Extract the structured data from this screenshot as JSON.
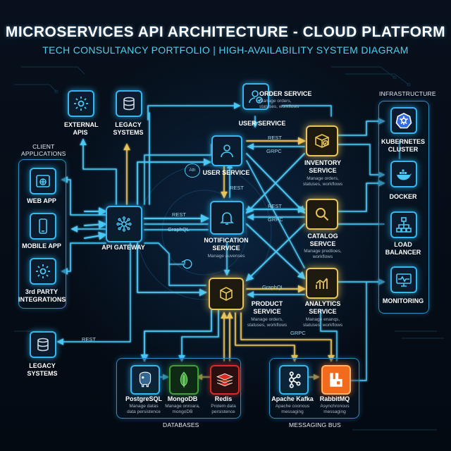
{
  "header": {
    "title": "MICROSERVICES API ARCHITECTURE - CLOUD PLATFORM",
    "subtitle": "TECH CONSULTANCY PORTFOLIO | HIGH-AVAILABILITY SYSTEM DIAGRAM"
  },
  "groups": {
    "client_applications": "CLIENT\nAPPLICATIONS",
    "infrastructure": "INFRASTRUCTURE",
    "databases": "DATABASES",
    "messaging_bus": "MESSAGING BUS"
  },
  "nodes": {
    "external_apis": "EXTERNAL\nAPIS",
    "legacy_systems_top": "LEGACY\nSYSTEMS",
    "web_app": "WEB APP",
    "mobile_app": "MOBILE APP",
    "third_party": "3rd PARTY\nINTEGRATIONS",
    "api_gateway": "API GATEWAY",
    "legacy_systems_bottom": "LEGACY\nSYSTEMS",
    "order_service": "ORDER SERVICE",
    "order_service_desc": "Manage orders,\nstatuses, workflows",
    "user_service_top": "USER SERVICE",
    "user_service": "USER SERVICE",
    "notification_service": "NOTIFICATION\nSERVICE",
    "notification_service_desc": "Manage auvenses",
    "product_service": "PRODUCT\nSERVICE",
    "product_service_desc": "Manage orders,\nstatuses, workflows",
    "inventory_service": "INVENTORY\nSERVICE",
    "inventory_service_desc": "Manage orders,\nstatuses, workflows",
    "catalog_service": "CATALOG\nSERVCE",
    "catalog_service_desc": "Manage predlioes,\nworkflows",
    "analytics_service": "ANALYTICS\nSERVICE",
    "analytics_service_desc": "Manage enanqs,\nstatuses, workflows",
    "kubernetes": "KUBERNETES\nCLUSTER",
    "docker": "DOCKER",
    "load_balancer": "LOAD\nBALANCER",
    "monitoring": "MONITORING",
    "postgresql": "PostgreSQL",
    "postgresql_desc": "Manage datas\ndata persistence",
    "mongodb": "MongoDB",
    "mongodb_desc": "Manage onroara,\nmongoDB",
    "redis": "Redis",
    "redis_desc": "Protem data\npersistence",
    "kafka": "Apache Kafka",
    "kafka_desc": "Apache coonous\nmessaging",
    "rabbitmq": "RabbitMQ",
    "rabbitmq_desc": "Asynchronous\nmessaging"
  },
  "protocols": {
    "rest_gateway": "REST",
    "graphql_gateway": "GraphQL",
    "rest_user": "REST",
    "grpc_user": "GRPC",
    "rest_vertical": "REST",
    "rest_notification": "REST",
    "grpc_notification": "GRPC",
    "graphql_product": "GraphQL",
    "grpc_bottom": "GRPC",
    "rest_legacy": "REST",
    "auth_badge": "Ath"
  },
  "icons": {
    "external_apis": "gear-icon",
    "legacy_systems": "database-stack-icon",
    "web_app": "browser-globe-icon",
    "mobile_app": "smartphone-icon",
    "third_party": "gear-icon",
    "api_gateway": "hub-icon",
    "order_service": "user-check-icon",
    "user_service": "user-icon",
    "notification_service": "bell-icon",
    "product_service": "cube-stack-icon",
    "inventory_service": "box-check-icon",
    "catalog_service": "magnifier-icon",
    "analytics_service": "bar-chart-icon",
    "kubernetes": "helm-wheel-icon",
    "docker": "whale-icon",
    "load_balancer": "network-tree-icon",
    "monitoring": "monitor-pulse-icon",
    "postgresql": "elephant-icon",
    "mongodb": "leaf-icon",
    "redis": "redis-stack-icon",
    "kafka": "kafka-nodes-icon",
    "rabbitmq": "rabbit-icon"
  },
  "colors": {
    "background": "#050b14",
    "cyan_glow": "#34b7f0",
    "gold_glow": "#e8c45a",
    "subtitle": "#4fd0f0",
    "postgres": "#336791",
    "mongodb": "#3fa037",
    "redis": "#d82c20",
    "rabbitmq": "#f26b1d",
    "kubernetes": "#326ce5"
  }
}
